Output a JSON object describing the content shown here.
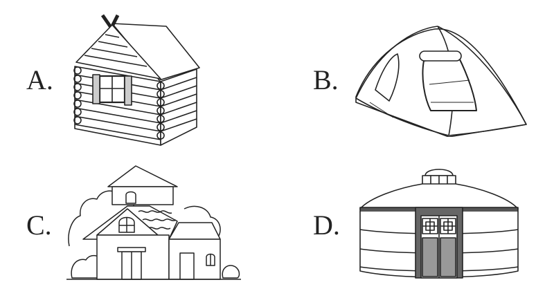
{
  "options": [
    {
      "label": "A.",
      "picture": "log-cabin"
    },
    {
      "label": "B.",
      "picture": "dome-tent"
    },
    {
      "label": "C.",
      "picture": "village-house"
    },
    {
      "label": "D.",
      "picture": "yurt"
    }
  ]
}
